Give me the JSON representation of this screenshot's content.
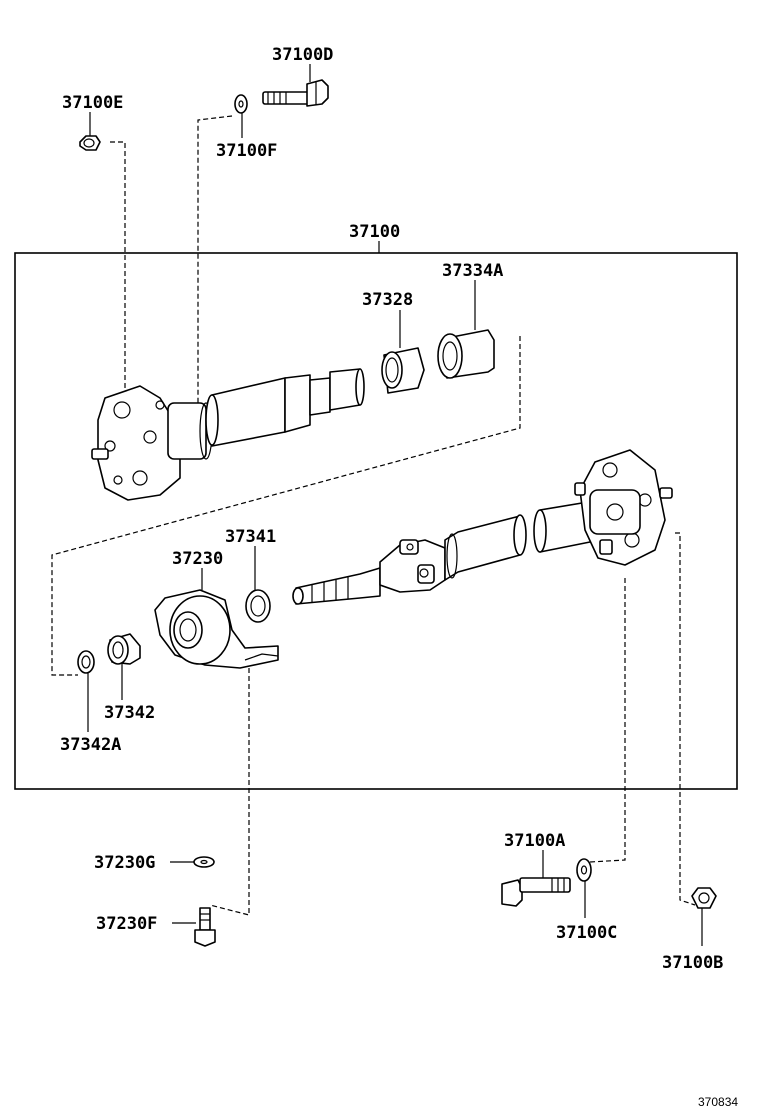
{
  "labels": {
    "assembly": "37100",
    "bolt_top": "37100D",
    "washer_top": "37100F",
    "nut_top_left": "37100E",
    "sleeve_large": "37334A",
    "bushing_small": "37328",
    "bearing_bracket": "37230",
    "seal": "37341",
    "bushing_lower": "37342",
    "snap_ring": "37342A",
    "bolt_bottom": "37100A",
    "washer_bottom": "37100C",
    "nut_bottom_right": "37100B",
    "bracket_washer": "37230G",
    "bracket_bolt": "37230F"
  },
  "diagram_ref": "370834"
}
